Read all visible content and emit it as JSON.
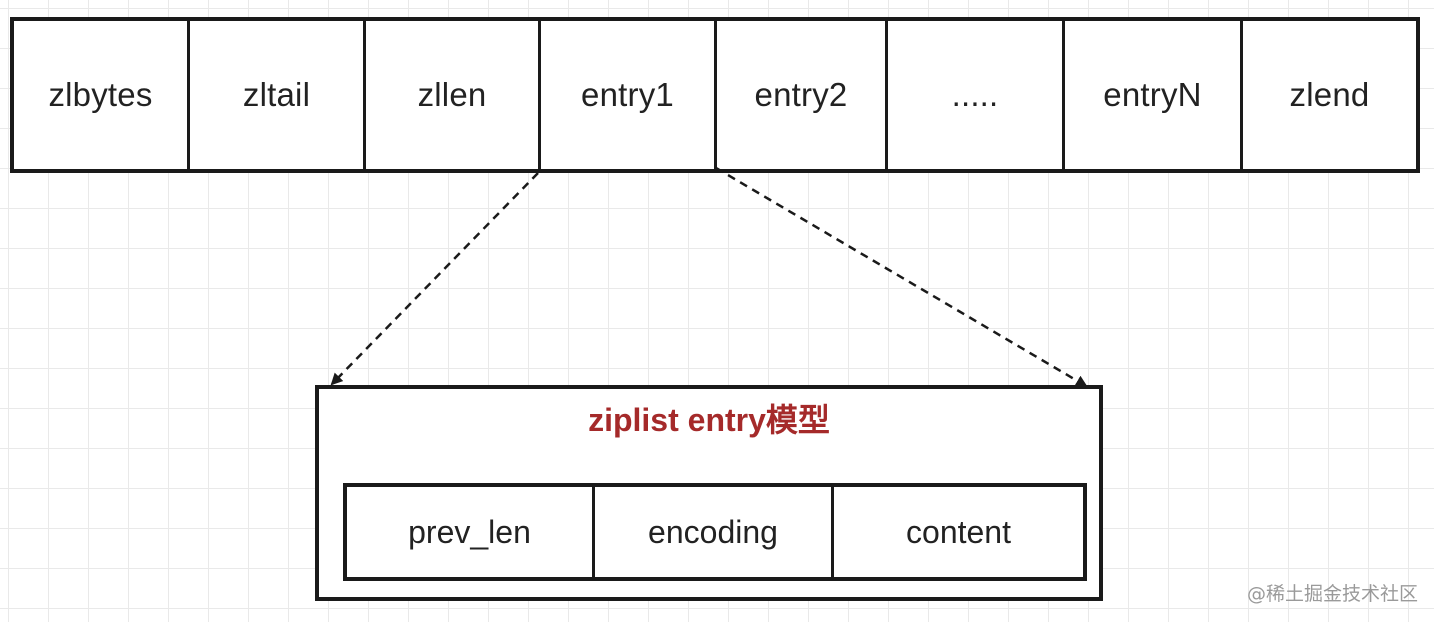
{
  "ziplist": {
    "cells": [
      "zlbytes",
      "zltail",
      "zllen",
      "entry1",
      "entry2",
      ".....",
      "entryN",
      "zlend"
    ]
  },
  "entry_model": {
    "title": "ziplist entry模型",
    "fields": [
      "prev_len",
      "encoding",
      "content"
    ]
  },
  "watermark": "@稀土掘金技术社区",
  "colors": {
    "border": "#1a1a1a",
    "title": "#a52a2a",
    "grid": "#e9e9e9",
    "watermark": "#9a9a9a"
  }
}
